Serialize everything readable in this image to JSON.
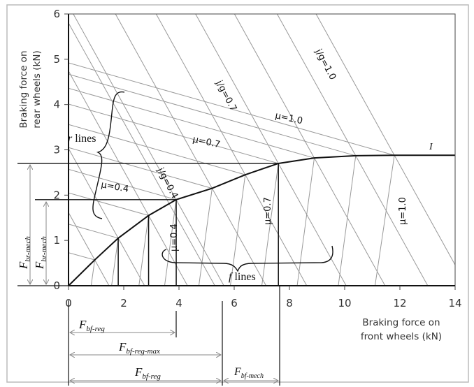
{
  "chart_data": {
    "type": "line",
    "title": "",
    "xlabel": [
      "Braking force on",
      "front wheels (kN)"
    ],
    "ylabel": [
      "Braking force on",
      "rear wheels (kN)"
    ],
    "xlim": [
      0,
      14
    ],
    "ylim": [
      0,
      6
    ],
    "xticks": [
      "0",
      "2",
      "4",
      "6",
      "8",
      "10",
      "12",
      "14"
    ],
    "yticks": [
      "0",
      "1",
      "2",
      "3",
      "4",
      "5",
      "6"
    ],
    "ideal_curve": {
      "name": "I",
      "x": [
        0,
        0.95,
        1.8,
        2.9,
        3.9,
        5.2,
        6.4,
        7.6,
        8.9,
        10.4,
        11.8,
        14
      ],
      "y": [
        0,
        0.57,
        1.05,
        1.55,
        1.9,
        2.15,
        2.45,
        2.7,
        2.82,
        2.87,
        2.88,
        2.88
      ]
    },
    "jg_line_slope": -1.1,
    "r_line_intercepts": [
      0.73,
      1.36,
      2.05,
      2.57,
      3.05,
      3.56,
      4.01,
      4.36,
      4.67,
      4.92
    ],
    "f_line_intercepts": [
      0.82,
      1.56,
      2.55,
      3.48,
      4.72,
      5.86,
      7.0,
      8.28,
      9.77,
      11.1
    ],
    "labels": {
      "jg04": "j/g=0.4",
      "jg07": "j/g=0.7",
      "jg10": "j/g=1.0",
      "mu_r04": "μ=0.4",
      "mu_r07": "μ=0.7",
      "mu_r10": "μ=1.0",
      "mu_f04": "μ=0.4",
      "mu_f07": "μ=0.7",
      "mu_f10": "μ=1.0",
      "r_lines_var": "r",
      "r_lines_word": " lines",
      "f_lines_var": "f",
      "f_lines_word": " lines",
      "curve_I": "I"
    },
    "dimensions": {
      "F_br_mech_1": {
        "base": "F",
        "sub": "br-mech",
        "value_kN": 2.7
      },
      "F_br_mech_2": {
        "base": "F",
        "sub": "br-mech",
        "value_kN": 1.9
      },
      "F_bf_reg_1": {
        "base": "F",
        "sub": "bf-reg",
        "value_kN": 3.9
      },
      "F_bf_reg_max": {
        "base": "F",
        "sub": "bf-reg-max",
        "value_kN": 5.6
      },
      "F_bf_reg_2": {
        "base": "F",
        "sub": "bf-reg",
        "value_kN": 5.6
      },
      "F_bf_mech": {
        "base": "F",
        "sub": "bf-mech",
        "from_kN": 5.6,
        "to_kN": 7.6
      }
    }
  }
}
